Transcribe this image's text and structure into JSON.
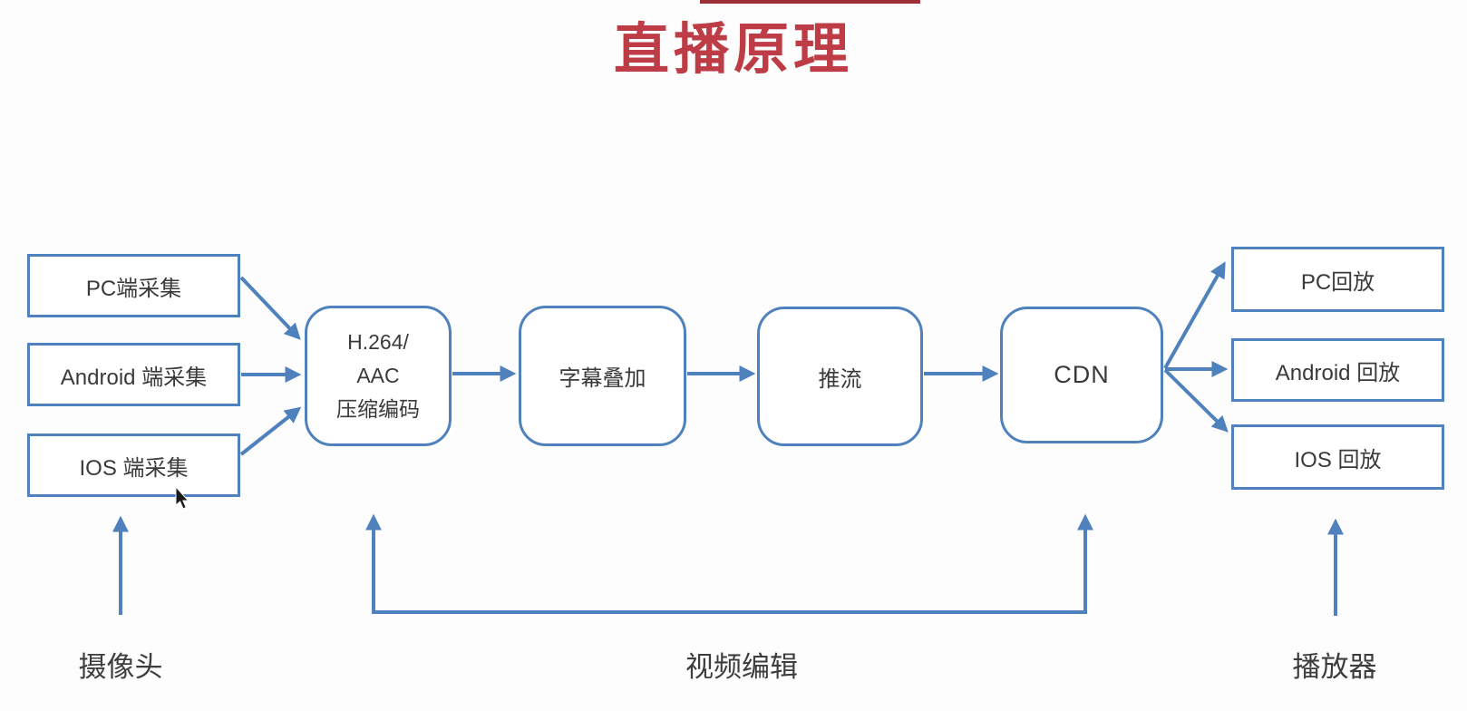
{
  "title": "直播原理",
  "nodes": {
    "sources": [
      {
        "label": "PC端采集"
      },
      {
        "label": "Android 端采集"
      },
      {
        "label": "IOS 端采集"
      }
    ],
    "pipeline": [
      {
        "label": "H.264/\nAAC\n压缩编码"
      },
      {
        "label": "字幕叠加"
      },
      {
        "label": "推流"
      },
      {
        "label": "CDN"
      }
    ],
    "sinks": [
      {
        "label": "PC回放"
      },
      {
        "label": "Android 回放"
      },
      {
        "label": "IOS 回放"
      }
    ]
  },
  "annotations": {
    "camera": "摄像头",
    "video_edit": "视频编辑",
    "player": "播放器"
  },
  "colors": {
    "accent_blue": "#4f81bd",
    "title_red": "#bd3c46",
    "top_bar_red": "#9c2f38",
    "text_dark": "#3a3a3a"
  }
}
